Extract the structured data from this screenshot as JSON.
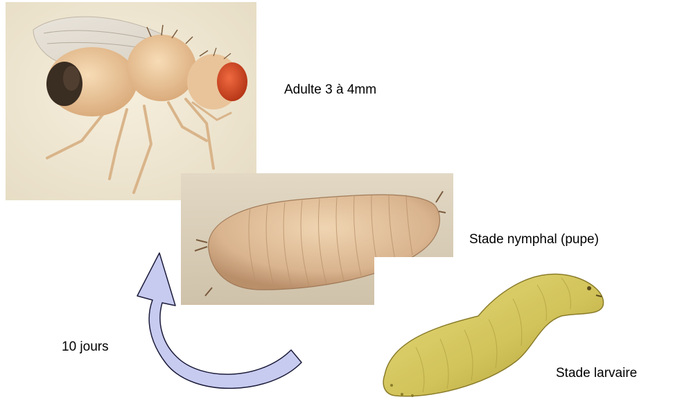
{
  "figure": {
    "labels": {
      "adult": "Adulte 3 à 4mm",
      "pupa": "Stade nymphal (pupe)",
      "larva": "Stade larvaire",
      "duration": "10 jours"
    },
    "colors": {
      "background": "#ffffff",
      "arrow_fill": "#c7cbef",
      "arrow_stroke": "#1b1b3a",
      "adult_photo_bg": "#f2ead6",
      "pupa_photo_bg": "#d9cdb6",
      "larva_body": "#d6c860"
    },
    "icons": {
      "adult": "fruit-fly-adult",
      "pupa": "fruit-fly-pupa",
      "larva": "fruit-fly-larva",
      "arrow": "curved-cycle-arrow"
    }
  }
}
